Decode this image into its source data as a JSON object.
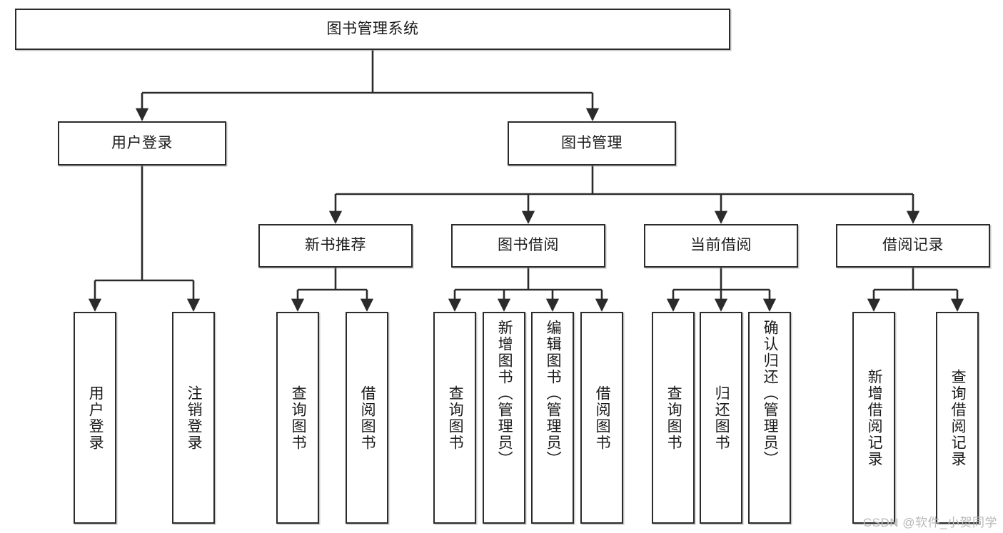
{
  "diagram": {
    "title": "图书管理系统",
    "type": "tree",
    "watermark": "CSDN @软件_小贺同学",
    "colors": {
      "node_border": "#2b2b2b",
      "node_fill": "#ffffff",
      "edge": "#2b2b2b",
      "text": "#1a1a1a",
      "watermark": "#b9b9b9",
      "background": "#ffffff"
    },
    "nodes": {
      "root": {
        "label": "图书管理系统"
      },
      "level2": [
        {
          "id": "login",
          "label": "用户登录"
        },
        {
          "id": "book_mgmt",
          "label": "图书管理"
        }
      ],
      "level3": [
        {
          "id": "new_book_rec",
          "label": "新书推荐"
        },
        {
          "id": "book_borrow",
          "label": "图书借阅"
        },
        {
          "id": "current_borrow",
          "label": "当前借阅"
        },
        {
          "id": "borrow_record",
          "label": "借阅记录"
        }
      ],
      "leaves": {
        "login": [
          {
            "id": "user_login",
            "label": "用户登录"
          },
          {
            "id": "user_logout",
            "label": "注销登录"
          }
        ],
        "new_book_rec": [
          {
            "id": "rec_query_book",
            "label": "查询图书"
          },
          {
            "id": "rec_borrow_book",
            "label": "借阅图书"
          }
        ],
        "book_borrow": [
          {
            "id": "bb_query_book",
            "label": "查询图书"
          },
          {
            "id": "bb_add_book",
            "label": "新增图书（管理员）"
          },
          {
            "id": "bb_edit_book",
            "label": "编辑图书（管理员）"
          },
          {
            "id": "bb_borrow_book",
            "label": "借阅图书"
          }
        ],
        "current_borrow": [
          {
            "id": "cb_query_book",
            "label": "查询图书"
          },
          {
            "id": "cb_return_book",
            "label": "归还图书"
          },
          {
            "id": "cb_confirm_return",
            "label": "确认归还（管理员）"
          }
        ],
        "borrow_record": [
          {
            "id": "br_add_record",
            "label": "新增借阅记录"
          },
          {
            "id": "br_query_record",
            "label": "查询借阅记录"
          }
        ]
      }
    }
  }
}
